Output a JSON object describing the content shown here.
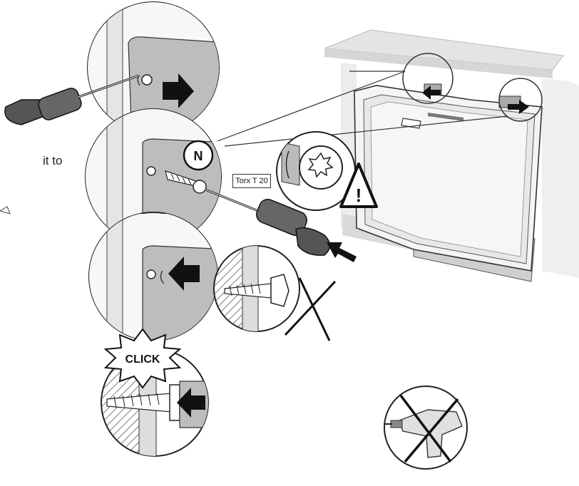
{
  "side_text": "it to",
  "labels": {
    "torx": "Torx T 20",
    "n_badge": "N",
    "click": "CLICK",
    "warning_mark": "!"
  },
  "icons": {
    "screwdriver": "screwdriver-icon",
    "drill_forbidden": "no-power-drill-icon",
    "warning": "warning-triangle-icon",
    "arrow": "push-arrow-icon"
  },
  "colors": {
    "line": "#222222",
    "panel_light": "#e9e9e9",
    "panel_mid": "#d2d2d2",
    "panel_dark": "#9a9a9a",
    "screwdriver_handle": "#555555"
  }
}
